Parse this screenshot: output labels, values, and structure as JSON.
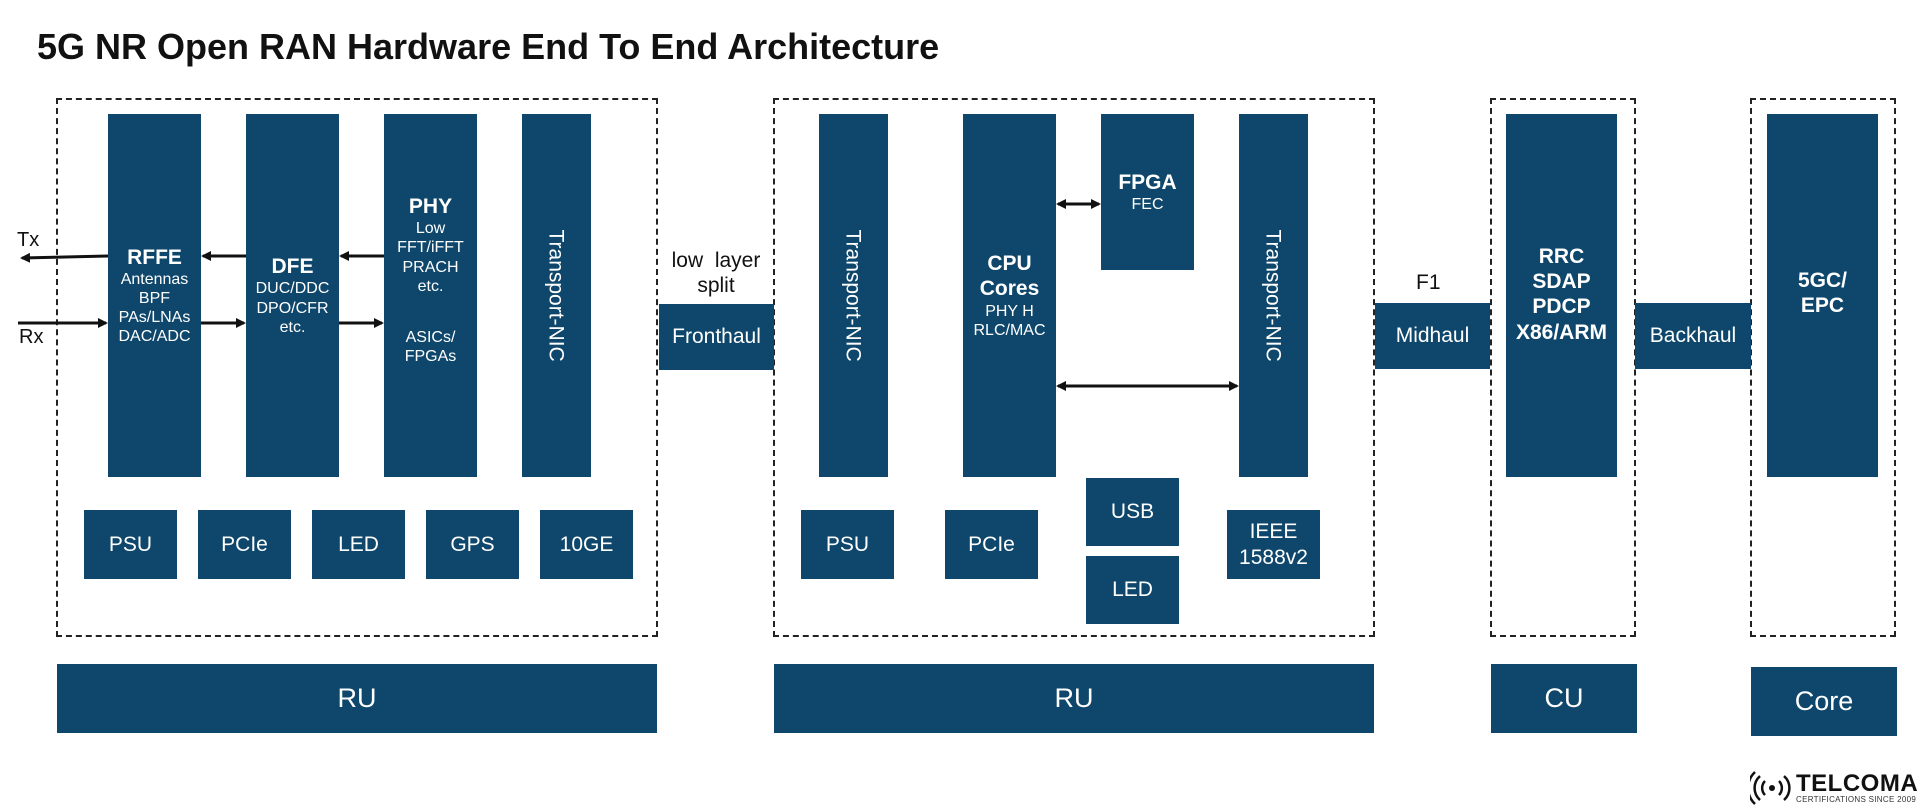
{
  "title": "5G NR Open RAN Hardware End To End Architecture",
  "ru1": {
    "rffe": {
      "title": "RFFE",
      "lines": [
        "Antennas",
        "BPF",
        "PAs/LNAs",
        "DAC/ADC"
      ]
    },
    "dfe": {
      "title": "DFE",
      "lines": [
        "DUC/DDC",
        "DPO/CFR",
        "etc."
      ]
    },
    "phy": {
      "title": "PHY",
      "lines": [
        "Low",
        "FFT/iFFT",
        "PRACH",
        "etc."
      ],
      "extra": [
        "ASICs/",
        "FPGAs"
      ]
    },
    "transport": "Transport-NIC",
    "bottom": [
      "PSU",
      "PCIe",
      "LED",
      "GPS",
      "10GE"
    ],
    "bar": "RU"
  },
  "signals": {
    "tx": "Tx",
    "rx": "Rx"
  },
  "fronthaul": {
    "label_lines": [
      "low  layer",
      "split"
    ],
    "box": "Fronthaul"
  },
  "ru2": {
    "transport_left": "Transport-NIC",
    "cpu": {
      "title_lines": [
        "CPU",
        "Cores"
      ],
      "lines": [
        "PHY H",
        "RLC/MAC"
      ]
    },
    "fpga": {
      "title": "FPGA",
      "sub": "FEC"
    },
    "transport_right": "Transport-NIC",
    "psu": "PSU",
    "pcie": "PCIe",
    "usb": "USB",
    "led": "LED",
    "ieee": [
      "IEEE",
      "1588v2"
    ],
    "bar": "RU"
  },
  "midhaul": {
    "label": "F1",
    "box": "Midhaul"
  },
  "cu": {
    "lines": [
      "RRC",
      "SDAP",
      "PDCP",
      "X86/ARM"
    ],
    "bar": "CU"
  },
  "backhaul": {
    "box": "Backhaul"
  },
  "core": {
    "lines": [
      "5GC/",
      "EPC"
    ],
    "bar": "Core"
  },
  "logo": {
    "name": "TELCOMA",
    "tagline": "CERTIFICATIONS SINCE 2009"
  },
  "colors": {
    "block": "#0e476b",
    "text": "#111111",
    "background": "#ffffff"
  }
}
